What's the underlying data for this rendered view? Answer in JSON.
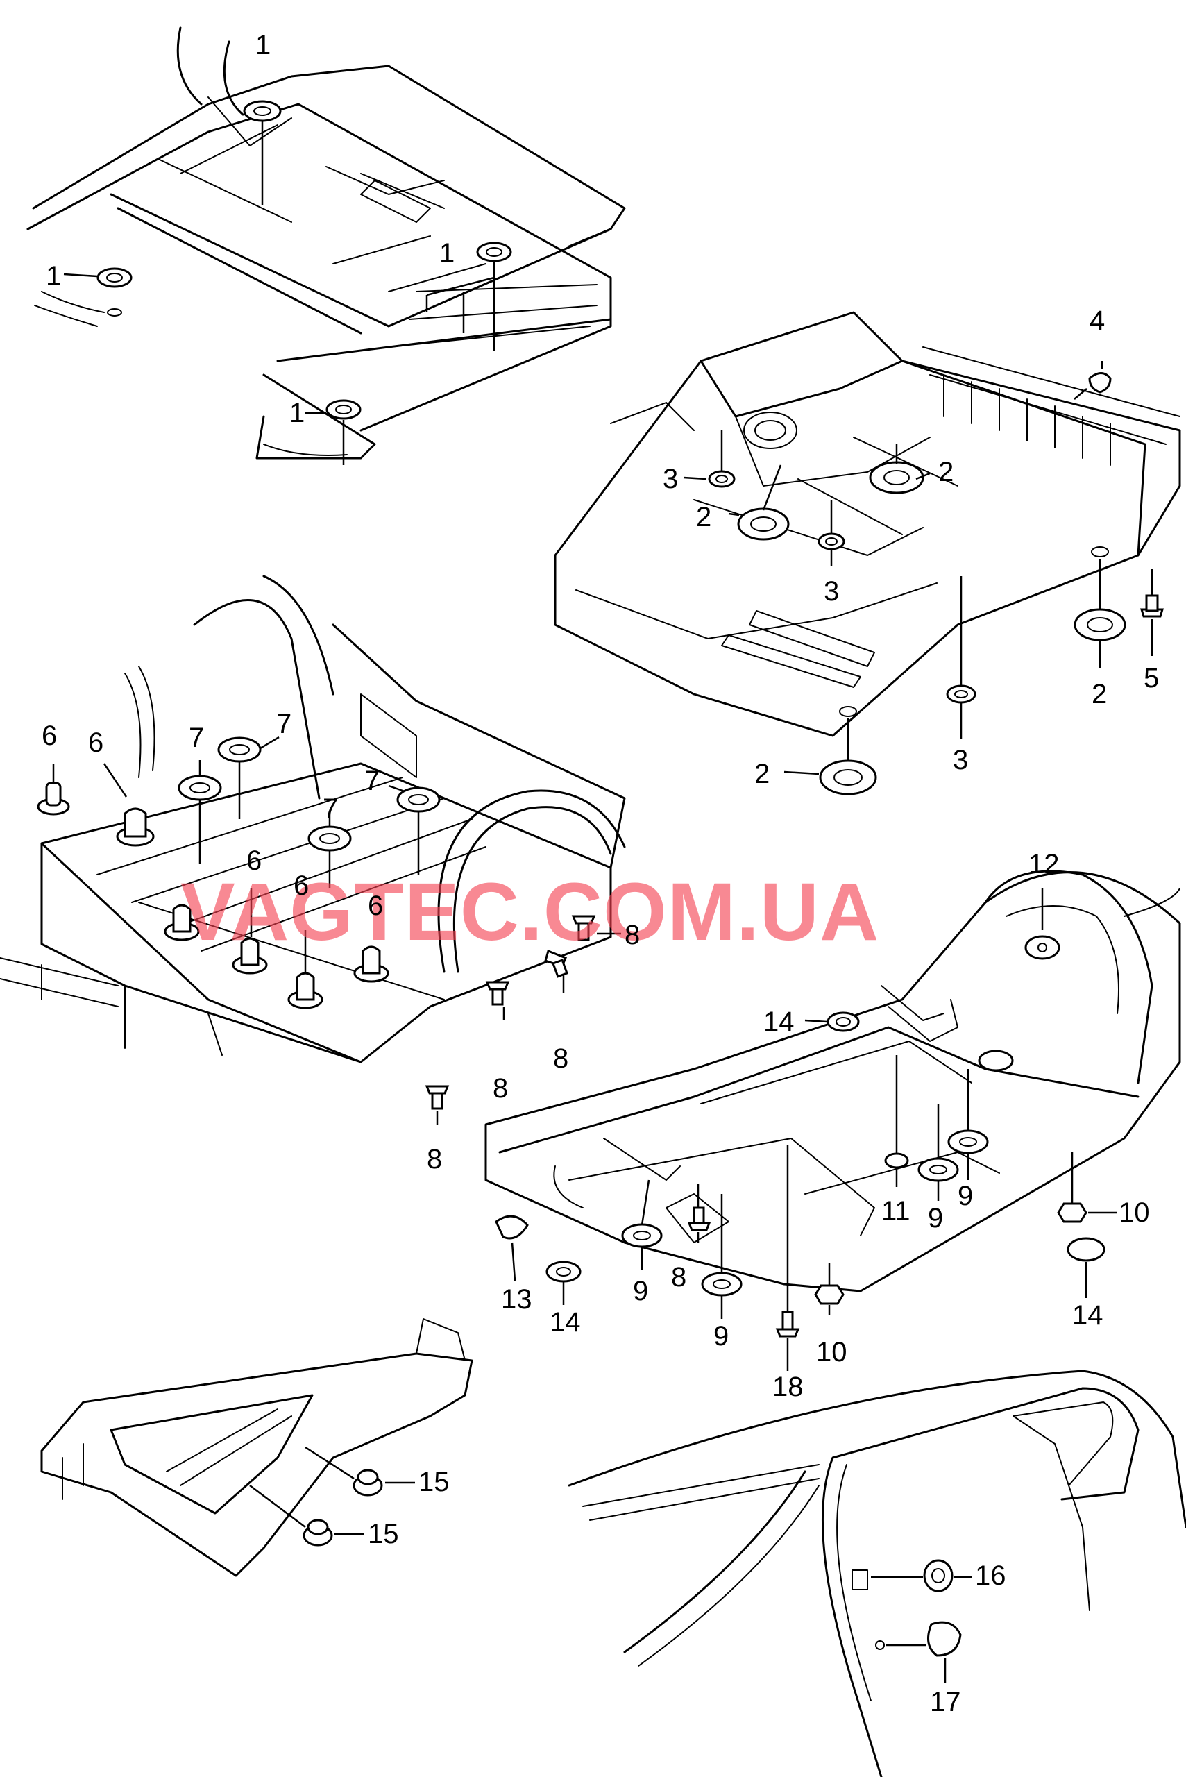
{
  "labels": {
    "l1a": "1",
    "l1b": "1",
    "l1c": "1",
    "l1d": "1",
    "l2a": "2",
    "l2b": "2",
    "l2c": "2",
    "l2d": "2",
    "l3a": "3",
    "l3b": "3",
    "l3c": "3",
    "l4": "4",
    "l5": "5",
    "l6a": "6",
    "l6b": "6",
    "l6c": "6",
    "l6d": "6",
    "l6e": "6",
    "l7a": "7",
    "l7b": "7",
    "l7c": "7",
    "l7d": "7",
    "l8a": "8",
    "l8b": "8",
    "l8c": "8",
    "l8d": "8",
    "l8e": "8",
    "l9a": "9",
    "l9b": "9",
    "l9c": "9",
    "l9d": "9",
    "l10a": "10",
    "l10b": "10",
    "l11": "11",
    "l12": "12",
    "l13": "13",
    "l14a": "14",
    "l14b": "14",
    "l14c": "14",
    "l15a": "15",
    "l15b": "15",
    "l16": "16",
    "l17": "17",
    "l18": "18"
  },
  "watermark": "VAGTEC.COM.UA",
  "colors": {
    "line": "#000000",
    "background": "#ffffff",
    "watermark": "#f44050"
  }
}
